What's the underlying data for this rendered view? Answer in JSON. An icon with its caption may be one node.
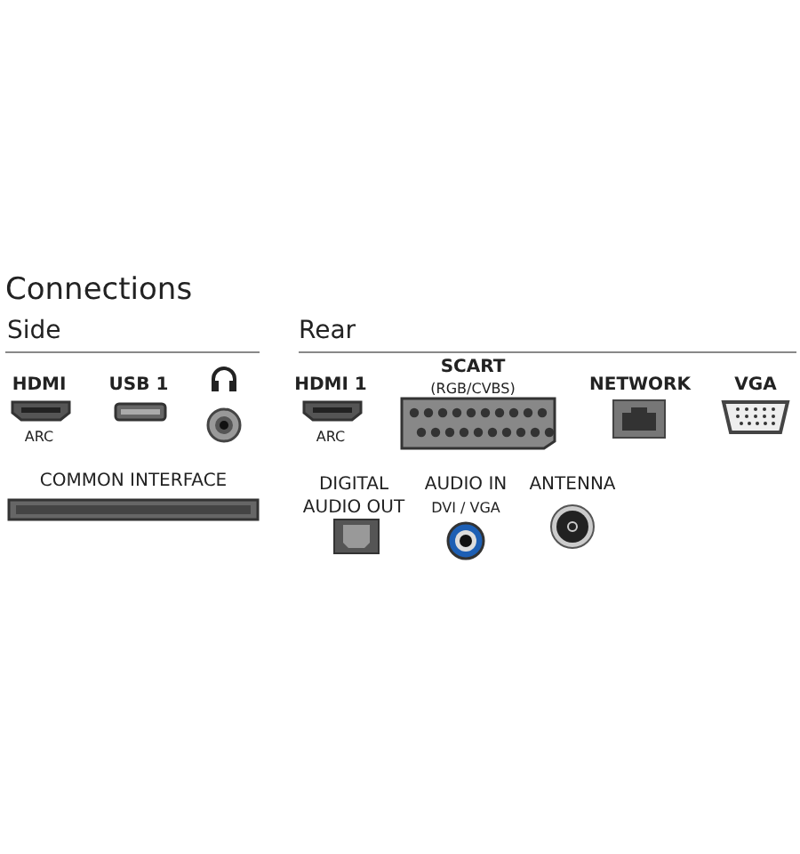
{
  "diagram": {
    "title": "Connections",
    "labels": [
      "Side",
      "Rear",
      "HDMI",
      "USB 1",
      "HDMI 1",
      "SCART",
      "(RGB/CVBS)",
      "NETWORK",
      "VGA",
      "ARC",
      "ARC",
      "COMMON INTERFACE",
      "DIGITAL AUDIO OUT",
      "AUDIO IN",
      "DVI / VGA",
      "ANTENNA"
    ]
  }
}
